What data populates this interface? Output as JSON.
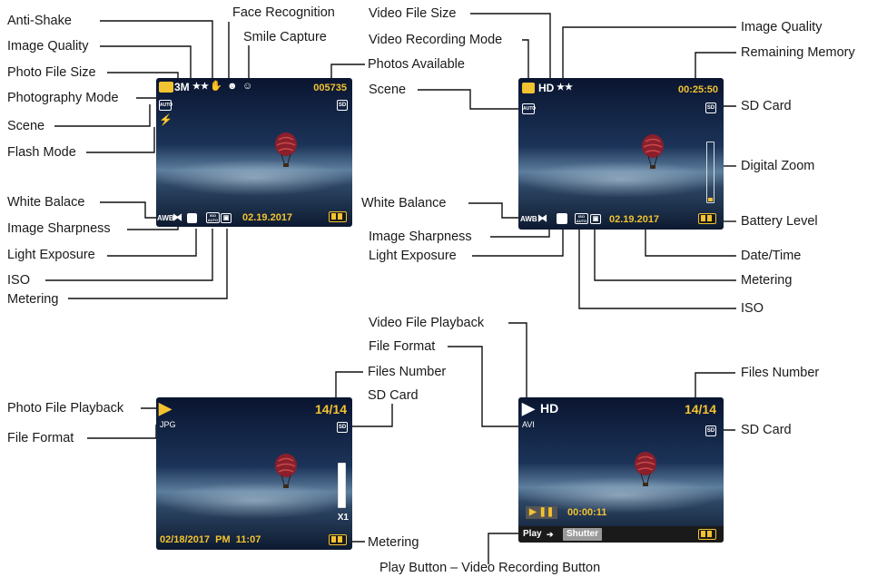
{
  "photo_mode": {
    "labels": {
      "anti_shake": "Anti-Shake",
      "image_quality": "Image Quality",
      "photo_file_size": "Photo File Size",
      "photography_mode": "Photography Mode",
      "scene": "Scene",
      "flash_mode": "Flash Mode",
      "face_recognition": "Face Recognition",
      "smile_capture": "Smile Capture",
      "photos_available": "Photos Available",
      "white_balance": "White Balace",
      "image_sharpness": "Image Sharpness",
      "light_exposure": "Light Exposure",
      "iso": "ISO",
      "metering": "Metering"
    },
    "screen": {
      "file_size": "3M",
      "quality_stars": "★★",
      "photos_count": "005735",
      "date": "02.19.2017",
      "scene_icon": "AUTO",
      "sd_icon": "SD",
      "wb_icon": "AWB",
      "iso_icon": "ISO AUTO"
    }
  },
  "video_mode": {
    "labels": {
      "video_file_size": "Video File Size",
      "video_recording_mode": "Video Recording Mode",
      "scene": "Scene",
      "image_quality": "Image Quality",
      "remaining_memory": "Remaining Memory",
      "sd_card": "SD Card",
      "digital_zoom": "Digital Zoom",
      "white_balance": "White Balance",
      "battery_level": "Battery Level",
      "image_sharpness": "Image Sharpness",
      "light_exposure": "Light Exposure",
      "date_time": "Date/Time",
      "metering": "Metering",
      "iso": "ISO"
    },
    "screen": {
      "resolution": "HD",
      "quality_stars": "★★",
      "remaining_time": "00:25:50",
      "date": "02.19.2017",
      "scene_icon": "AUTO",
      "sd_icon": "SD",
      "wb_icon": "AWB",
      "iso_icon": "ISO AUTO"
    }
  },
  "photo_playback": {
    "labels": {
      "photo_file_playback": "Photo File Playback",
      "file_format": "File Format",
      "files_number": "Files Number",
      "sd_card": "SD Card",
      "metering": "Metering"
    },
    "screen": {
      "format": "JPG",
      "count": "14/14",
      "sd_icon": "SD",
      "zoom": "X1",
      "datetime": "02/18/2017  PM  11:07"
    }
  },
  "video_playback": {
    "labels": {
      "video_file_playback": "Video File Playback",
      "file_format": "File Format",
      "files_number": "Files Number",
      "sd_card": "SD Card",
      "buttons": "Play Button – Video Recording Button"
    },
    "screen": {
      "resolution": "HD",
      "format": "AVI",
      "count": "14/14",
      "sd_icon": "SD",
      "elapsed": "00:00:11",
      "play_label": "Play",
      "arrow": "➔",
      "shutter_label": "Shutter"
    }
  },
  "colors": {
    "osd_yellow": "#f2c230",
    "osd_white": "#ffffff"
  }
}
